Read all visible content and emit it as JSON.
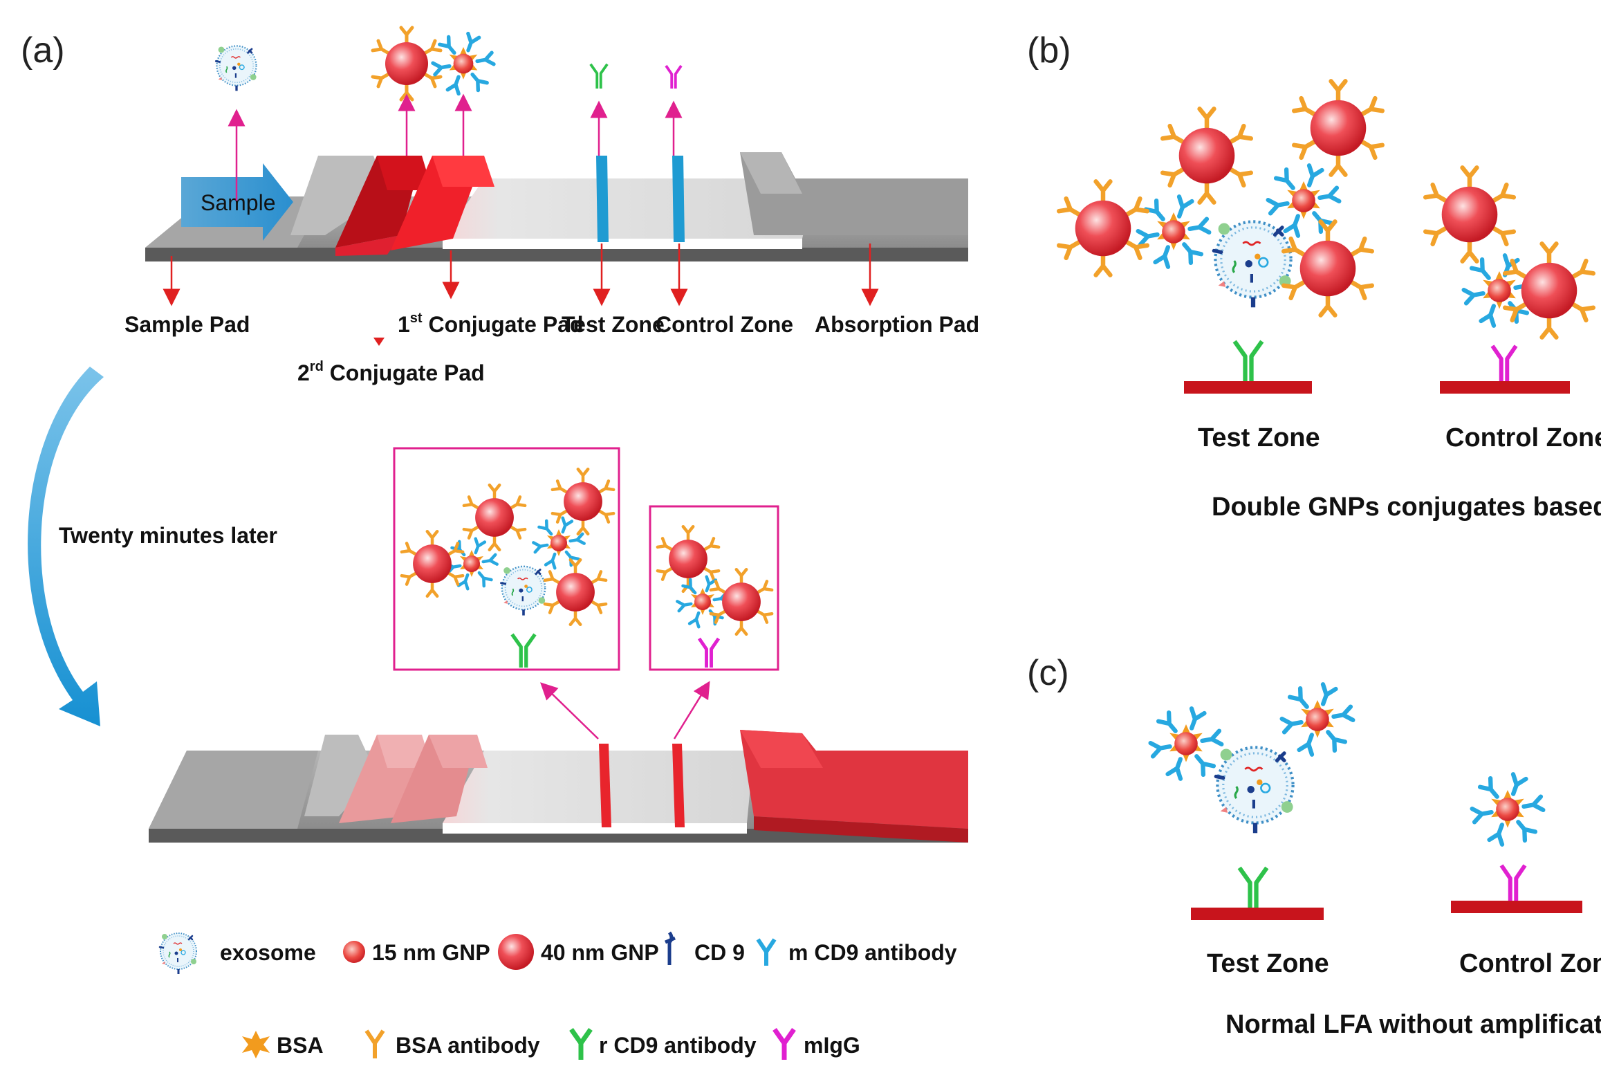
{
  "panels": {
    "a": "(a)",
    "b": "(b)",
    "c": "(c)"
  },
  "strip": {
    "sample_arrow": "Sample",
    "sample_pad": "Sample Pad",
    "conj1_pre": "1",
    "conj1_sup": "st",
    "conj1_post": " Conjugate Pad",
    "conj2_pre": "2",
    "conj2_sup": "rd",
    "conj2_post": " Conjugate Pad",
    "test_zone": "Test Zone",
    "control_zone": "Control Zone",
    "absorption_pad": "Absorption Pad"
  },
  "timeline": {
    "label": "Twenty minutes later"
  },
  "panel_b": {
    "test_zone": "Test Zone",
    "control_zone": "Control Zone",
    "caption": "Double GNPs conjugates based LFA"
  },
  "panel_c": {
    "test_zone": "Test Zone",
    "control_zone": "Control Zone",
    "caption": "Normal LFA without amplification"
  },
  "legend": {
    "exosome": "exosome",
    "gnp15": "15 nm GNP",
    "gnp40": "40 nm GNP",
    "cd9": "CD 9",
    "mcd9": "m CD9 antibody",
    "bsa": "BSA",
    "bsa_ab": "BSA antibody",
    "rcd9": "r CD9 antibody",
    "migg": "mIgG"
  },
  "colors": {
    "strip_gray": "#8f8f8f",
    "conj_dark": "#c0111a",
    "conj_light": "#f0202a",
    "line_blue": "#1f9bd2",
    "line_red": "#e8242c",
    "gnp_red": "#e53b44",
    "bsa_orange": "#f29b1e",
    "bsa_ab": "#f2a12a",
    "mcd9_blue": "#27a8e0",
    "rcd9_green": "#2ec24a",
    "migg_magenta": "#e020d0",
    "cd9_navy": "#1b3d8c",
    "arrow_magenta": "#e0208e",
    "zone_bar": "#c8141c",
    "curve_blue": "#1896d4"
  }
}
